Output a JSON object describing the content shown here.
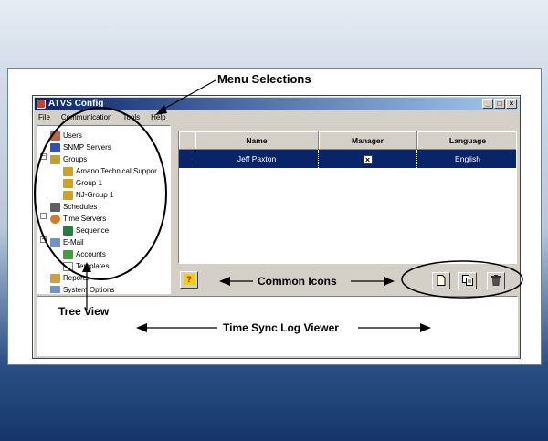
{
  "window": {
    "title": "ATVS Config",
    "controls": [
      "_",
      "□",
      "×"
    ]
  },
  "menu": [
    "File",
    "Communication",
    "Tools",
    "Help"
  ],
  "tree": [
    {
      "label": "Users",
      "icon": "users-icon",
      "color": "#c06040",
      "level": 0
    },
    {
      "label": "SNMP Servers",
      "icon": "server-icon",
      "color": "#3050c0",
      "level": 0
    },
    {
      "label": "Groups",
      "icon": "groups-icon",
      "color": "#c0a030",
      "level": 0,
      "expanded": true
    },
    {
      "label": "Amano Technical Suppor",
      "icon": "group-icon",
      "color": "#d0a020",
      "level": 1
    },
    {
      "label": "Group 1",
      "icon": "group-icon",
      "color": "#d0a020",
      "level": 1
    },
    {
      "label": "NJ-Group 1",
      "icon": "group-icon",
      "color": "#d0a020",
      "level": 1
    },
    {
      "label": "Schedules",
      "icon": "calendar-icon",
      "color": "#606060",
      "level": 0
    },
    {
      "label": "Time Servers",
      "icon": "clock-icon",
      "color": "#d08020",
      "level": 0,
      "expanded": true
    },
    {
      "label": "Sequence",
      "icon": "sequence-icon",
      "color": "#208040",
      "level": 1
    },
    {
      "label": "E-Mail",
      "icon": "folder-icon",
      "color": "#7090d0",
      "level": 0,
      "expanded": true
    },
    {
      "label": "Accounts",
      "icon": "accounts-icon",
      "color": "#40a040",
      "level": 1
    },
    {
      "label": "Templates",
      "icon": "document-icon",
      "color": "#808080",
      "level": 1
    },
    {
      "label": "Reports",
      "icon": "reports-icon",
      "color": "#d0a040",
      "level": 0
    },
    {
      "label": "System Options",
      "icon": "options-icon",
      "color": "#7090d0",
      "level": 0
    }
  ],
  "grid": {
    "headers": [
      "Name",
      "Manager",
      "Language"
    ],
    "rows": [
      {
        "name": "Jeff Paxton",
        "manager": "×",
        "language": "English"
      }
    ]
  },
  "toolbar": {
    "help": "?",
    "new": "new-icon",
    "copy": "copy-icon",
    "delete": "trash-icon"
  },
  "annotations": {
    "menu": "Menu Selections",
    "icons": "Common Icons",
    "tree": "Tree View",
    "log": "Time Sync Log Viewer"
  },
  "colors": {
    "selection": "#0a246a",
    "title_start": "#0a246a",
    "title_end": "#a6caf0",
    "chrome": "#d4d0c8"
  }
}
